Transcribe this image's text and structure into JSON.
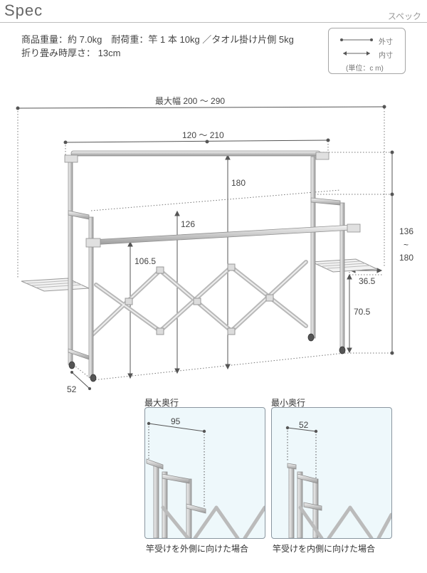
{
  "header": {
    "title": "Spec",
    "subtitle": "スペック"
  },
  "specs": {
    "line1": "商品重量：約 7.0kg　耐荷重：竿 1 本 10kg ／タオル掛け片側 5kg",
    "line2": "折り畳み時厚さ：   13cm"
  },
  "legend": {
    "outer": "外寸",
    "inner": "内寸",
    "unit": "(単位：c m)"
  },
  "dimensions": {
    "max_width": "最大幅 200 〜 290",
    "inner_width": "120 〜 210",
    "height_180": "180",
    "height_126": "126",
    "height_1065": "106.5",
    "depth_52": "52",
    "wing_365": "36.5",
    "wing_height": "70.5",
    "side_height_top": "136",
    "side_height_tilde": "~",
    "side_height_bottom": "180"
  },
  "insets": [
    {
      "label": "最大奥行",
      "dim": "95",
      "caption": "竿受けを外側に向けた場合"
    },
    {
      "label": "最小奥行",
      "dim": "52",
      "caption": "竿受けを内側に向けた場合"
    }
  ]
}
